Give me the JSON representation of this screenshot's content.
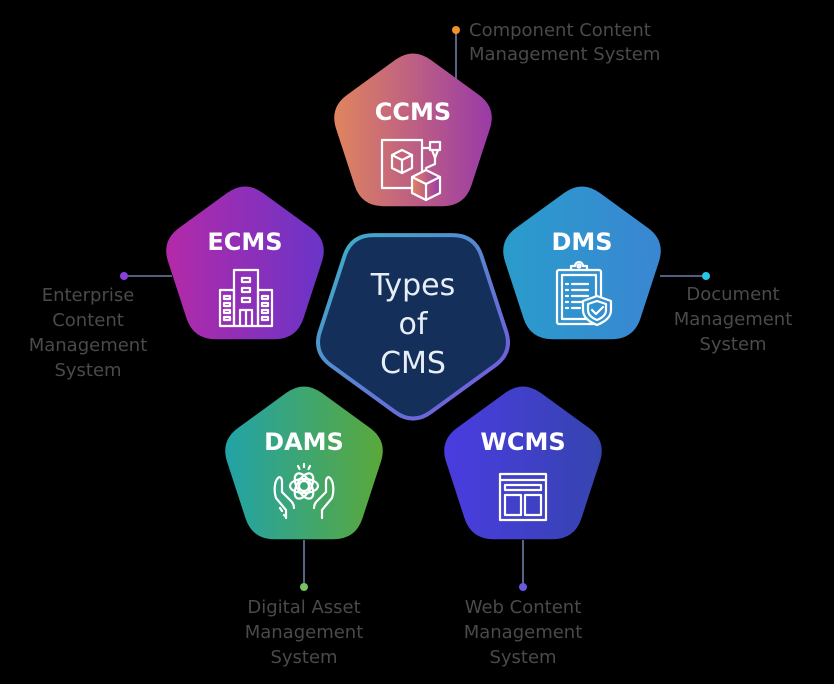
{
  "center": {
    "lines": [
      "Types",
      "of",
      "CMS"
    ],
    "fill": "#14305a",
    "border_gradient": [
      "#3bb4c4",
      "#7a4fe0"
    ]
  },
  "nodes": [
    {
      "id": "ccms",
      "abbr": "CCMS",
      "label_lines": [
        "Component Content",
        "Management System"
      ],
      "icon": "3d-printer-cube-icon",
      "gradient": [
        "#e0855e",
        "#9a3aa8"
      ],
      "dot_color": "#f0922a"
    },
    {
      "id": "ecms",
      "abbr": "ECMS",
      "label_lines": [
        "Enterprise",
        "Content",
        "Management",
        "System"
      ],
      "icon": "office-building-icon",
      "gradient": [
        "#b42aa8",
        "#6a34c8"
      ],
      "dot_color": "#8a3ee0"
    },
    {
      "id": "dms",
      "abbr": "DMS",
      "label_lines": [
        "Document",
        "Management",
        "System"
      ],
      "icon": "clipboard-shield-icon",
      "gradient": [
        "#2a9ccc",
        "#3a86d2"
      ],
      "dot_color": "#22c8e8"
    },
    {
      "id": "dams",
      "abbr": "DAMS",
      "label_lines": [
        "Digital Asset",
        "Management",
        "System"
      ],
      "icon": "hands-holding-asset-icon",
      "gradient": [
        "#22a3a8",
        "#5aa83a"
      ],
      "dot_color": "#7cc060"
    },
    {
      "id": "wcms",
      "abbr": "WCMS",
      "label_lines": [
        "Web Content",
        "Management",
        "System"
      ],
      "icon": "web-layout-icon",
      "gradient": [
        "#4a3ce0",
        "#3644b0"
      ],
      "dot_color": "#6a58e0"
    }
  ],
  "connector_color": "#6e7ea8",
  "label_color": "#4a4a4a"
}
